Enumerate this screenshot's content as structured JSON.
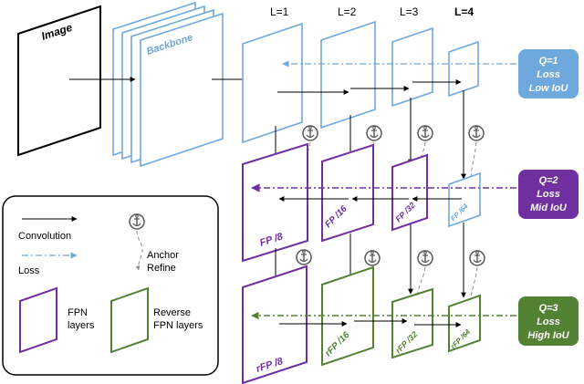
{
  "image_label": "Image",
  "backbone_label": "Backbone",
  "levels": [
    "L=1",
    "L=2",
    "L=3",
    "L=4"
  ],
  "fpn_labels": [
    "FP /8",
    "FP /16",
    "FP /32",
    "FP /64"
  ],
  "rfpn_labels": [
    "rFP /8",
    "rFP /16",
    "rFP /32",
    "rFP /64"
  ],
  "loss_boxes": [
    {
      "q": "Q=1",
      "loss": "Loss",
      "iou": "Low IoU",
      "color": "#6fa8dc"
    },
    {
      "q": "Q=2",
      "loss": "Loss",
      "iou": "Mid IoU",
      "color": "#7030a0"
    },
    {
      "q": "Q=3",
      "loss": "Loss",
      "iou": "High IoU",
      "color": "#548235"
    }
  ],
  "legend": {
    "convolution": "Convolution",
    "loss": "Loss",
    "anchor_refine_1": "Anchor",
    "anchor_refine_2": "Refine",
    "fpn_1": "FPN",
    "fpn_2": "layers",
    "rfpn_1": "Reverse",
    "rfpn_2": "FPN layers"
  },
  "colors": {
    "blue": "#6fa8dc",
    "purple": "#7030a0",
    "green": "#548235",
    "black": "#000000",
    "gray": "#8c8c8c"
  },
  "icons": [
    "anchor-icon"
  ]
}
